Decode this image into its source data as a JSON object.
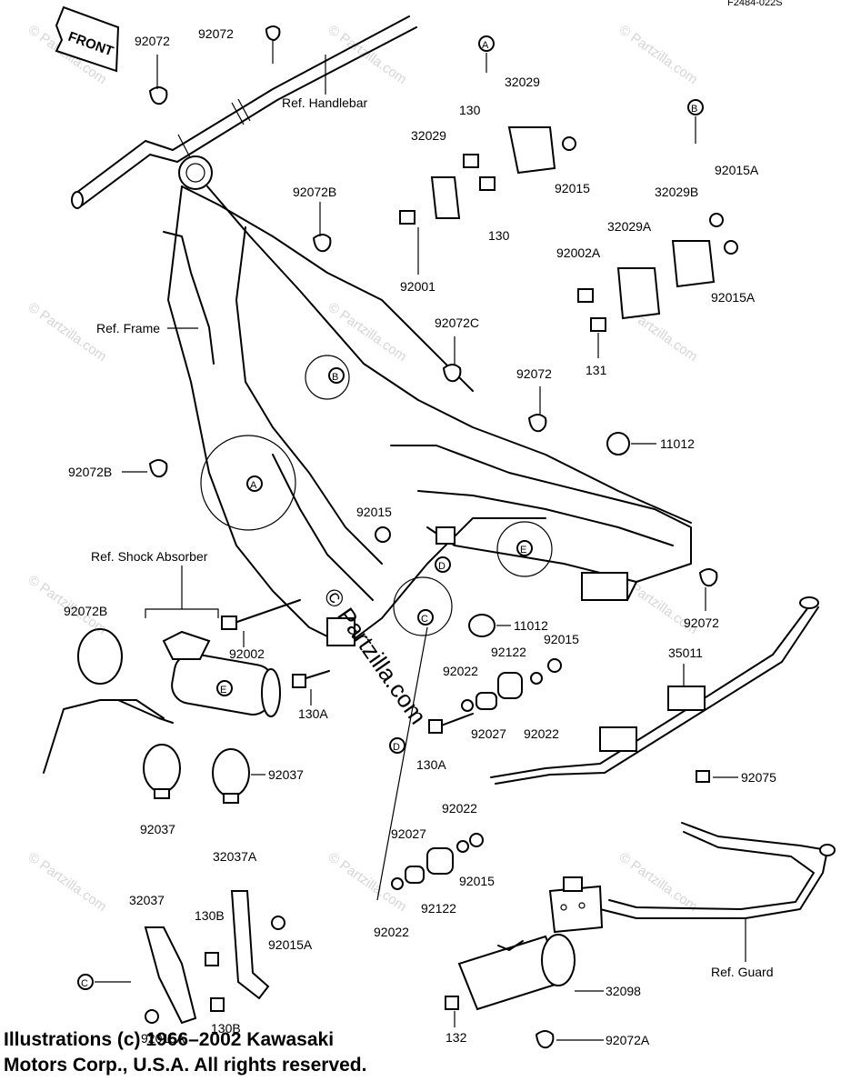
{
  "header": {
    "ref_code": "F2484-022S"
  },
  "badge": {
    "front": "FRONT"
  },
  "labels": {
    "p92072_a": "92072",
    "p92072_b": "92072",
    "ref_handlebar": "Ref. Handlebar",
    "p92072b_top": "92072B",
    "ref_frame": "Ref. Frame",
    "p92072c": "92072C",
    "p92072_mid": "92072",
    "p11012_a": "11012",
    "p92072b_left": "92072B",
    "p92015_mid": "92015",
    "ref_shock": "Ref. Shock Absorber",
    "p92072b_shock": "92072B",
    "p92002": "92002",
    "p130a_a": "130A",
    "p11012_b": "11012",
    "p92022_a": "92022",
    "p92122_a": "92122",
    "p92015_b": "92015",
    "p92027_a": "92027",
    "p92022_b": "92022",
    "p130a_b": "130A",
    "p92072_right": "92072",
    "p35011": "35011",
    "p92075": "92075",
    "p92037_a": "92037",
    "p92037_b": "92037",
    "p32029_a": "32029",
    "p130_a": "130",
    "p32029_b": "32029",
    "p92015_c": "92015",
    "p130_b": "130",
    "p92001": "92001",
    "p92015a_a": "92015A",
    "p32029b": "32029B",
    "p32029a": "32029A",
    "p92002a": "92002A",
    "p92015a_b": "92015A",
    "p131": "131",
    "p92022_c": "92022",
    "p92027_b": "92027",
    "p92015_d": "92015",
    "p92122_b": "92122",
    "p92022_d": "92022",
    "p32037a": "32037A",
    "p32037": "32037",
    "p130b_a": "130B",
    "p92015a_c": "92015A",
    "p130b_b": "130B",
    "p92015a_d": "92015A",
    "ref_guard": "Ref. Guard",
    "p32098": "32098",
    "p132": "132",
    "p92072a": "92072A"
  },
  "markers": {
    "a_top": "A",
    "b_top": "B",
    "c_left": "C",
    "d_left": "D",
    "frame_a": "A",
    "frame_b": "B",
    "frame_c": "C",
    "frame_d": "D",
    "frame_e": "E",
    "shock_e": "E"
  },
  "watermarks": {
    "site": "© Partzilla.com",
    "center": "© Partzilla.com"
  },
  "copyright": {
    "line1": "Illustrations (c) 1966–2002 Kawasaki",
    "line2": "Motors Corp., U.S.A.  All rights reserved."
  }
}
